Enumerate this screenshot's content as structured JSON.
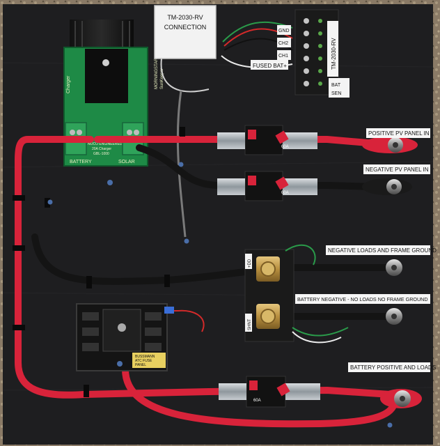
{
  "connection_box": {
    "line1": "TM-2030-RV",
    "line2": "CONNECTION"
  },
  "terminal_block": {
    "vertical_label": "TM-2030-RV",
    "tags": [
      "GND",
      "CH2",
      "CH1"
    ],
    "fuse_tag": "FUSED BAT+",
    "bat_tag": "BAT",
    "sen_tag": "SEN"
  },
  "charger": {
    "brand": "Charger",
    "title_line1": "MORNINGSTAR",
    "title_line2": "SunKeeper",
    "model_line1": "NOCO ENGINEERED",
    "model_line2": "20A Charger",
    "model_line3": "GBL-1000",
    "left_terminal": "BATTERY",
    "right_terminal": "SOLAR"
  },
  "labels": {
    "positive_pv": "POSITIVE PV PANEL IN",
    "negative_pv": "NEGATIVE PV PANEL IN",
    "negative_loads": "NEGATIVE LOADS AND FRAME GROUND",
    "battery_negative": "BATTERY NEGATIVE - NO LOADS NO FRAME GROUND",
    "battery_positive": "BATTERY POSITIVE AND LOADS"
  },
  "breaker_caps": [
    "60A",
    "60A",
    "60A"
  ],
  "shunt_tags": [
    "+DD",
    "SHNT"
  ],
  "fuse_panel_text": [
    "BUSSMANN",
    "ATC FUSE",
    "PANEL"
  ],
  "colors": {
    "board": "#1e1e20",
    "red_cable": "#d8233a",
    "black_cable": "#141414",
    "pcb_green": "#1e8a46",
    "terminal_green": "#2fa35a",
    "brass": "#c9a65a"
  }
}
